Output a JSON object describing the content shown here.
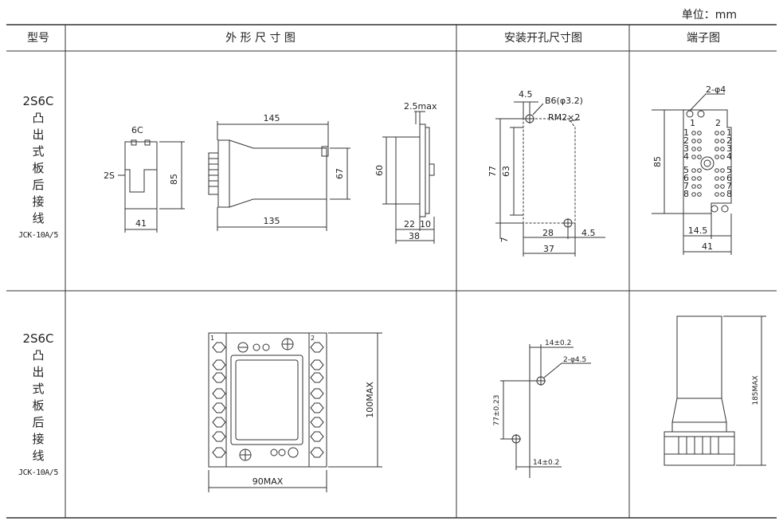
{
  "unit_label": "单位：mm",
  "headers": {
    "model": "型号",
    "outline": "外 形 尺 寸 图",
    "mounting": "安装开孔尺寸图",
    "terminal": "端子图"
  },
  "rows": [
    {
      "model": "2S6C",
      "mount_lines": [
        "凸",
        "出",
        "式",
        "板",
        "后",
        "接",
        "线"
      ],
      "code": "JCK-10A/5"
    },
    {
      "model": "2S6C",
      "mount_lines": [
        "凸",
        "出",
        "式",
        "板",
        "后",
        "接",
        "线"
      ],
      "code": "JCK-10A/5"
    }
  ],
  "row1": {
    "front": {
      "top_label": "6C",
      "side_label": "2S",
      "height": "85",
      "width": "41"
    },
    "side": {
      "top": "145",
      "bottom": "135",
      "height": "67"
    },
    "back": {
      "note": "2.5max",
      "height": "60",
      "d1": "22",
      "d2": "10",
      "total": "38"
    },
    "cutout": {
      "offset": "4.5",
      "hole": "B6(φ3.2)",
      "radius": "RM2×2",
      "h1": "77",
      "h2": "63",
      "bottom": "7",
      "w1": "28",
      "right": "4.5",
      "w2": "37"
    },
    "terminal": {
      "holes": "2-φ4",
      "p1": "1",
      "p2": "2",
      "height": "85",
      "w1": "14.5",
      "w2": "41",
      "left_nums": [
        "1",
        "2",
        "3",
        "4",
        "5",
        "6",
        "7",
        "8"
      ],
      "right_nums": [
        "1",
        "2",
        "3",
        "4",
        "5",
        "6",
        "7",
        "8"
      ]
    }
  },
  "row2": {
    "front": {
      "height": "100MAX",
      "width": "90MAX",
      "mark1": "1",
      "mark2": "2"
    },
    "cutout": {
      "top": "14±0.2",
      "holes": "2-φ4.5",
      "height": "77±0.23",
      "bottom": "14±0.2"
    },
    "side": {
      "height": "185MAX"
    }
  }
}
